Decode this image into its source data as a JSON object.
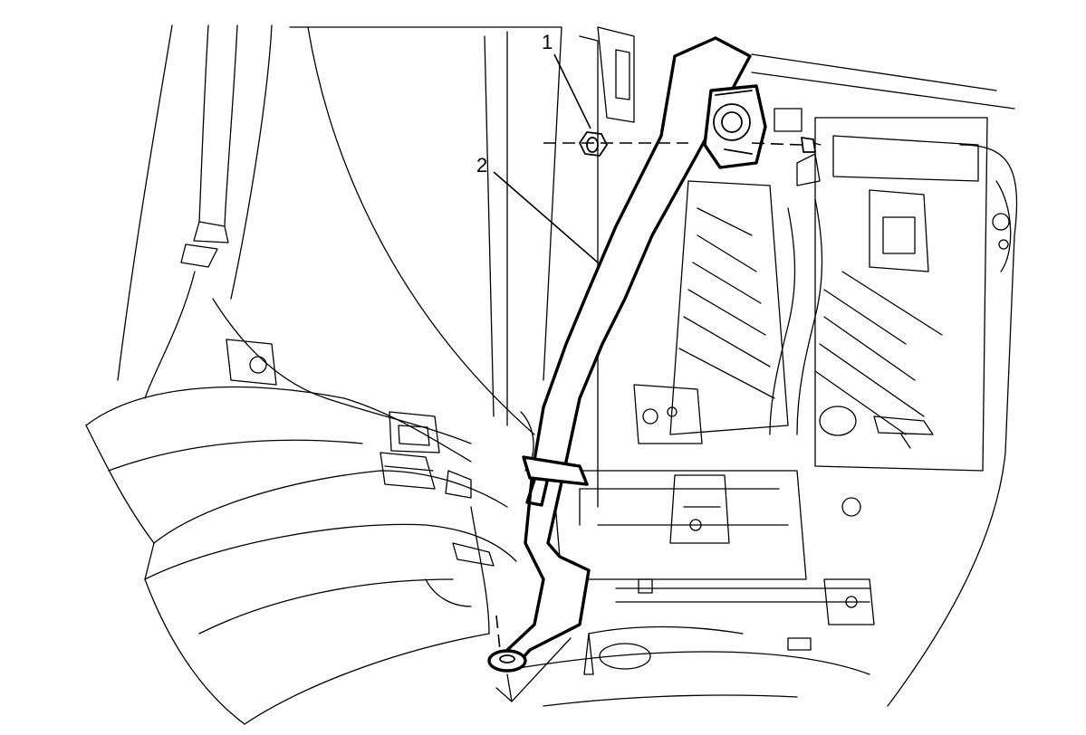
{
  "diagram": {
    "callouts": [
      {
        "label": "1",
        "part": "nut"
      },
      {
        "label": "2",
        "part": "seat-belt-retractor-assembly"
      }
    ]
  }
}
